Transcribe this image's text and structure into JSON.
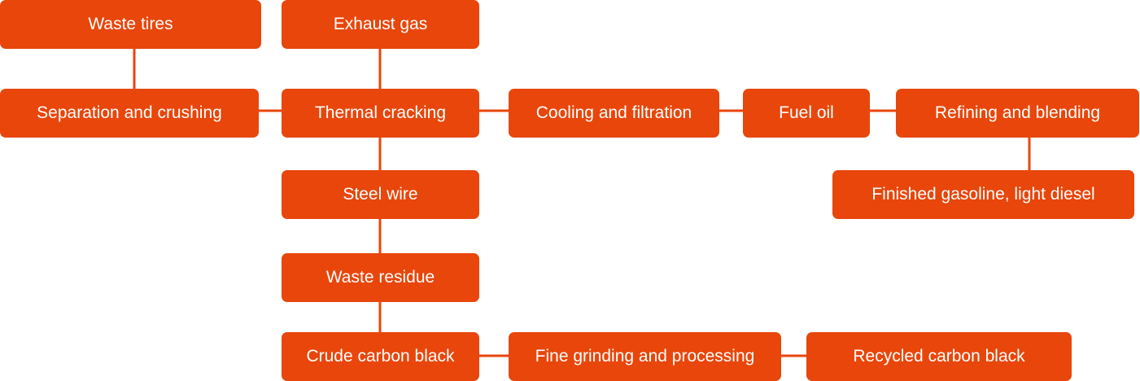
{
  "colors": {
    "box_fill": "#E8460B",
    "box_text": "#FFFFFF",
    "connector": "#E8460B"
  },
  "nodes": {
    "waste_tires": "Waste tires",
    "exhaust_gas": "Exhaust gas",
    "separation_crushing": "Separation and crushing",
    "thermal_cracking": "Thermal cracking",
    "cooling_filtration": "Cooling and filtration",
    "fuel_oil": "Fuel oil",
    "refining_blending": "Refining and blending",
    "finished_gasoline": "Finished gasoline, light diesel",
    "steel_wire": "Steel wire",
    "waste_residue": "Waste residue",
    "crude_carbon_black": "Crude carbon black",
    "fine_grinding": "Fine grinding and processing",
    "recycled_carbon_black": "Recycled carbon black"
  }
}
